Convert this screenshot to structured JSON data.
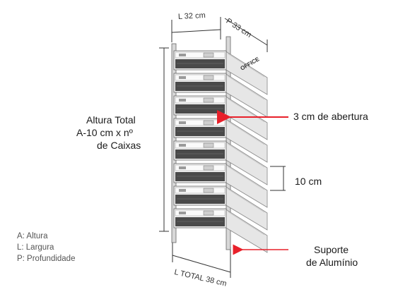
{
  "dimensions": {
    "width": "L 32 cm",
    "depth": "P 33 cm",
    "total_width": "L TOTAL 38 cm",
    "step": "10 cm"
  },
  "height_label": [
    "Altura Total",
    "A-10 cm x nº",
    "de Caixas"
  ],
  "callouts": {
    "opening": "3 cm de abertura",
    "support": [
      "Suporte",
      "de Alumínio"
    ]
  },
  "legend": [
    "A: Altura",
    "L: Largura",
    "P: Profundidade"
  ],
  "brand_text": "OFFICE",
  "box_count": 8,
  "colors": {
    "arrow": "#e8202a",
    "line": "#333333",
    "panel": "#e6e6e6",
    "panel_dark": "#9a9a9a",
    "drawer_front": "#4a4a4a"
  }
}
